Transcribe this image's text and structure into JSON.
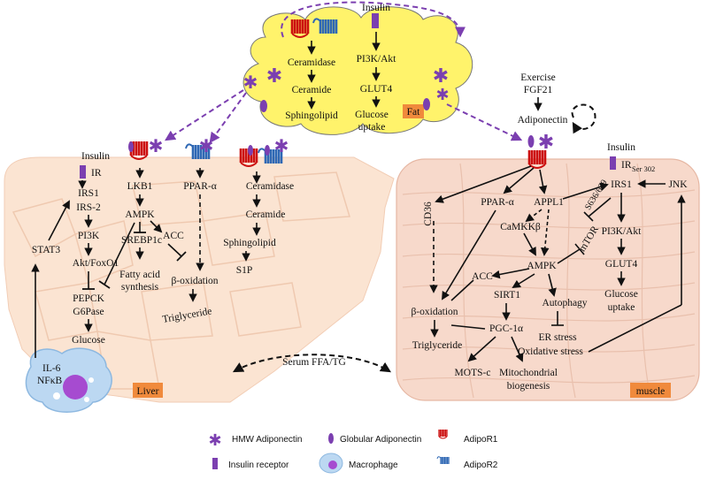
{
  "colors": {
    "fat_fill": "#fff36b",
    "liver_fill": "#fbe4d2",
    "muscle_fill": "#f7d9cb",
    "tag_fill": "#f08a3c",
    "adipor1": "#cc1010",
    "adipor2": "#2f68b4",
    "adiponectin": "#7b3fb0",
    "insulin_receptor": "#7b3fb0"
  },
  "fat": {
    "top_label": "Insulin",
    "tag": "Fat",
    "left": [
      "Ceramidase",
      "Ceramide",
      "Sphingolipid"
    ],
    "right": [
      "PI3K/Akt",
      "GLUT4",
      "Glucose",
      "uptake"
    ]
  },
  "liver": {
    "tag": "Liver",
    "insulin_label": "Insulin",
    "ir_label": "IR",
    "col1": [
      "IRS1",
      "IRS-2",
      "PI3K",
      "Akt/FoxO1",
      "PEPCK",
      "G6Pase",
      "Glucose"
    ],
    "stat3": "STAT3",
    "col2": [
      "LKB1",
      "AMPK",
      "SREBP1c",
      "ACC",
      "Fatty acid",
      "synthesis",
      "β-oxidation",
      "Triglyceride"
    ],
    "col3": [
      "PPAR-α"
    ],
    "col4": [
      "Ceramidase",
      "Ceramide",
      "Sphingolipid",
      "S1P"
    ],
    "macrophage": [
      "IL-6",
      "NFκB"
    ]
  },
  "muscle": {
    "tag": "muscle",
    "exercise": "Exercise",
    "fgf21": "FGF21",
    "adiponectin": "Adiponectin",
    "insulin_label": "Insulin",
    "ir_label": "IR",
    "ir_sub": "Ser 302",
    "nodes": [
      "CD36",
      "PPAR-α",
      "APPL1",
      "CaMKKβ",
      "AMPK",
      "mTOR",
      "S636/639",
      "IRS1",
      "JNK",
      "PI3K/Akt",
      "GLUT4",
      "Glucose",
      "uptake",
      "ACC",
      "SIRT1",
      "Autophagy",
      "β-oxidation",
      "Triglyceride",
      "PGC-1α",
      "ER stress",
      "Oxidative stress",
      "MOTS-c",
      "Mitochondrial",
      "biogenesis"
    ]
  },
  "serum": "Serum FFA/TG",
  "legend": {
    "hmw": "HMW Adiponectin",
    "globular": "Globular Adiponectin",
    "r1": "AdipoR1",
    "ir": "Insulin receptor",
    "macrophage": "Macrophage",
    "r2": "AdipoR2"
  }
}
